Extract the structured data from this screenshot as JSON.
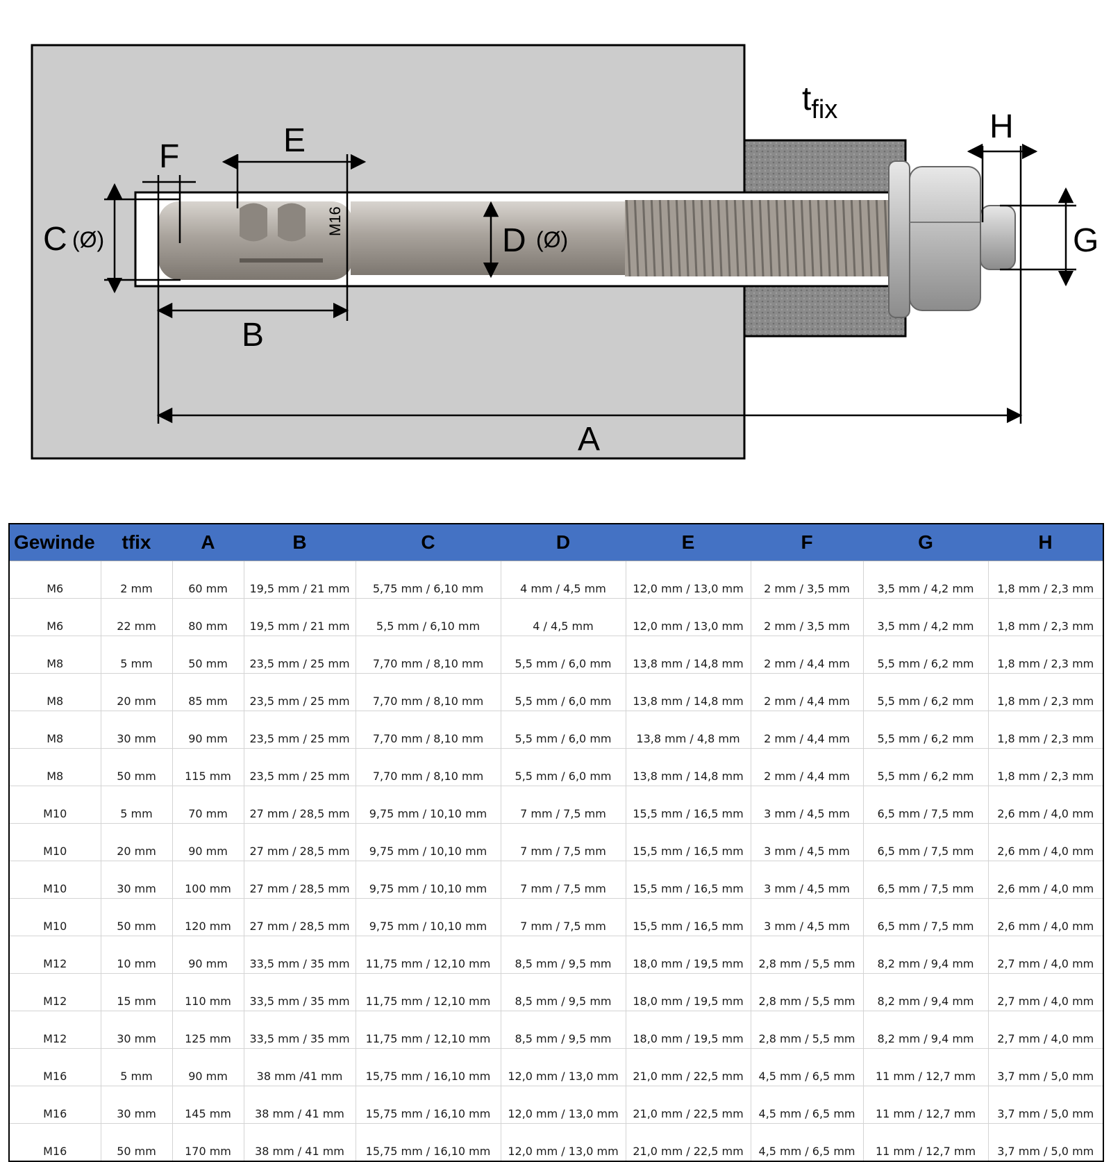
{
  "diagram": {
    "labels": {
      "a": "A",
      "b": "B",
      "c": "C",
      "c_suffix": "(Ø)",
      "d": "D",
      "d_suffix": "(Ø)",
      "e": "E",
      "f": "F",
      "g": "G",
      "h": "H",
      "tfix_main": "t",
      "tfix_sub": "fix",
      "bolt_marking": "M16"
    },
    "colors": {
      "concrete": "#cccccc",
      "fixture": "#8a8a8a",
      "steel": "#b3aea8",
      "outline": "#000000"
    }
  },
  "table": {
    "header_color": "#4472c4",
    "headers": [
      "Gewinde",
      "tfix",
      "A",
      "B",
      "C",
      "D",
      "E",
      "F",
      "G",
      "H"
    ],
    "rows": [
      [
        "M6",
        "2 mm",
        "60 mm",
        "19,5 mm / 21 mm",
        "5,75 mm / 6,10 mm",
        "4 mm / 4,5 mm",
        "12,0 mm / 13,0 mm",
        "2 mm / 3,5 mm",
        "3,5 mm / 4,2 mm",
        "1,8 mm / 2,3 mm"
      ],
      [
        "M6",
        "22 mm",
        "80 mm",
        "19,5 mm / 21 mm",
        "5,5 mm / 6,10 mm",
        "4 / 4,5 mm",
        "12,0 mm / 13,0 mm",
        "2 mm / 3,5 mm",
        "3,5 mm / 4,2 mm",
        "1,8 mm / 2,3 mm"
      ],
      [
        "M8",
        "5 mm",
        "50 mm",
        "23,5 mm / 25 mm",
        "7,70 mm / 8,10 mm",
        "5,5 mm / 6,0 mm",
        "13,8 mm / 14,8 mm",
        "2 mm / 4,4 mm",
        "5,5 mm / 6,2 mm",
        "1,8 mm / 2,3 mm"
      ],
      [
        "M8",
        "20 mm",
        "85 mm",
        "23,5 mm / 25 mm",
        "7,70 mm / 8,10 mm",
        "5,5 mm / 6,0 mm",
        "13,8 mm / 14,8 mm",
        "2 mm / 4,4 mm",
        "5,5 mm / 6,2 mm",
        "1,8 mm / 2,3 mm"
      ],
      [
        "M8",
        "30 mm",
        "90 mm",
        "23,5 mm / 25 mm",
        "7,70 mm / 8,10 mm",
        "5,5 mm / 6,0 mm",
        "13,8 mm / 4,8 mm",
        "2 mm / 4,4 mm",
        "5,5 mm / 6,2 mm",
        "1,8 mm / 2,3 mm"
      ],
      [
        "M8",
        "50 mm",
        "115 mm",
        "23,5 mm / 25 mm",
        "7,70 mm / 8,10 mm",
        "5,5 mm / 6,0 mm",
        "13,8 mm / 14,8 mm",
        "2 mm / 4,4 mm",
        "5,5 mm / 6,2 mm",
        "1,8 mm / 2,3 mm"
      ],
      [
        "M10",
        "5 mm",
        "70 mm",
        "27 mm / 28,5 mm",
        "9,75 mm / 10,10 mm",
        "7 mm / 7,5 mm",
        "15,5 mm / 16,5 mm",
        "3 mm / 4,5 mm",
        "6,5 mm / 7,5 mm",
        "2,6 mm / 4,0 mm"
      ],
      [
        "M10",
        "20 mm",
        "90 mm",
        "27 mm / 28,5 mm",
        "9,75 mm / 10,10 mm",
        "7 mm / 7,5 mm",
        "15,5 mm / 16,5 mm",
        "3 mm / 4,5 mm",
        "6,5 mm / 7,5 mm",
        "2,6 mm / 4,0 mm"
      ],
      [
        "M10",
        "30 mm",
        "100 mm",
        "27 mm / 28,5 mm",
        "9,75 mm / 10,10 mm",
        "7 mm / 7,5 mm",
        "15,5 mm / 16,5 mm",
        "3 mm / 4,5 mm",
        "6,5 mm / 7,5 mm",
        "2,6 mm / 4,0 mm"
      ],
      [
        "M10",
        "50 mm",
        "120 mm",
        "27 mm / 28,5 mm",
        "9,75 mm / 10,10 mm",
        "7 mm / 7,5 mm",
        "15,5 mm / 16,5 mm",
        "3 mm / 4,5 mm",
        "6,5 mm / 7,5 mm",
        "2,6 mm / 4,0 mm"
      ],
      [
        "M12",
        "10 mm",
        "90 mm",
        "33,5 mm / 35 mm",
        "11,75 mm / 12,10 mm",
        "8,5 mm / 9,5 mm",
        "18,0 mm / 19,5 mm",
        "2,8 mm / 5,5 mm",
        "8,2 mm / 9,4 mm",
        "2,7 mm / 4,0 mm"
      ],
      [
        "M12",
        "15 mm",
        "110 mm",
        "33,5 mm / 35 mm",
        "11,75 mm / 12,10 mm",
        "8,5 mm  / 9,5 mm",
        "18,0 mm / 19,5 mm",
        "2,8 mm / 5,5 mm",
        "8,2 mm / 9,4 mm",
        "2,7 mm / 4,0 mm"
      ],
      [
        "M12",
        "30 mm",
        "125 mm",
        "33,5 mm / 35 mm",
        "11,75 mm / 12,10 mm",
        "8,5 mm / 9,5 mm",
        "18,0 mm / 19,5 mm",
        "2,8 mm / 5,5 mm",
        "8,2 mm / 9,4 mm",
        "2,7 mm / 4,0 mm"
      ],
      [
        "M16",
        "5 mm",
        "90 mm",
        "38 mm /41 mm",
        "15,75 mm / 16,10 mm",
        "12,0 mm / 13,0 mm",
        "21,0 mm / 22,5 mm",
        "4,5 mm / 6,5 mm",
        "11 mm / 12,7 mm",
        "3,7 mm / 5,0 mm"
      ],
      [
        "M16",
        "30 mm",
        "145 mm",
        "38 mm / 41 mm",
        "15,75 mm / 16,10 mm",
        "12,0 mm / 13,0 mm",
        "21,0 mm / 22,5 mm",
        "4,5 mm / 6,5 mm",
        "11 mm / 12,7 mm",
        "3,7 mm / 5,0 mm"
      ],
      [
        "M16",
        "50 mm",
        "170 mm",
        "38 mm / 41 mm",
        "15,75 mm / 16,10 mm",
        "12,0 mm / 13,0 mm",
        "21,0 mm / 22,5 mm",
        "4,5 mm / 6,5 mm",
        "11 mm / 12,7 mm",
        "3,7 mm / 5,0 mm"
      ]
    ]
  }
}
